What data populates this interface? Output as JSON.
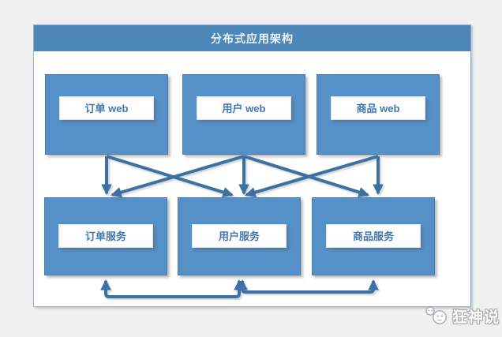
{
  "page": {
    "bg_color": "#eff0f0"
  },
  "diagram": {
    "title": "分布式应用架构",
    "colors": {
      "titlebar": "#4d86b9",
      "box": "#5590c8",
      "arrow": "#3b71a5",
      "label_text": "#4478ad",
      "panel_bg": "#ffffff"
    },
    "top_row": [
      {
        "id": "order-web",
        "label": "订单 web"
      },
      {
        "id": "user-web",
        "label": "用户 web"
      },
      {
        "id": "product-web",
        "label": "商品 web"
      }
    ],
    "bottom_row": [
      {
        "id": "order-service",
        "label": "订单服务"
      },
      {
        "id": "user-service",
        "label": "用户服务"
      },
      {
        "id": "product-service",
        "label": "商品服务"
      }
    ],
    "connections": [
      {
        "from": "order-web",
        "to": "order-service",
        "type": "one-way"
      },
      {
        "from": "order-web",
        "to": "user-service",
        "type": "one-way"
      },
      {
        "from": "user-web",
        "to": "order-service",
        "type": "one-way"
      },
      {
        "from": "user-web",
        "to": "user-service",
        "type": "one-way"
      },
      {
        "from": "user-web",
        "to": "product-service",
        "type": "one-way"
      },
      {
        "from": "product-web",
        "to": "user-service",
        "type": "one-way"
      },
      {
        "from": "product-web",
        "to": "product-service",
        "type": "one-way"
      },
      {
        "from": "order-service",
        "to": "user-service",
        "type": "two-way"
      },
      {
        "from": "user-service",
        "to": "product-service",
        "type": "two-way"
      }
    ]
  },
  "watermark": {
    "text": "狂神说",
    "icon": "chat-bubble-face-logo"
  }
}
